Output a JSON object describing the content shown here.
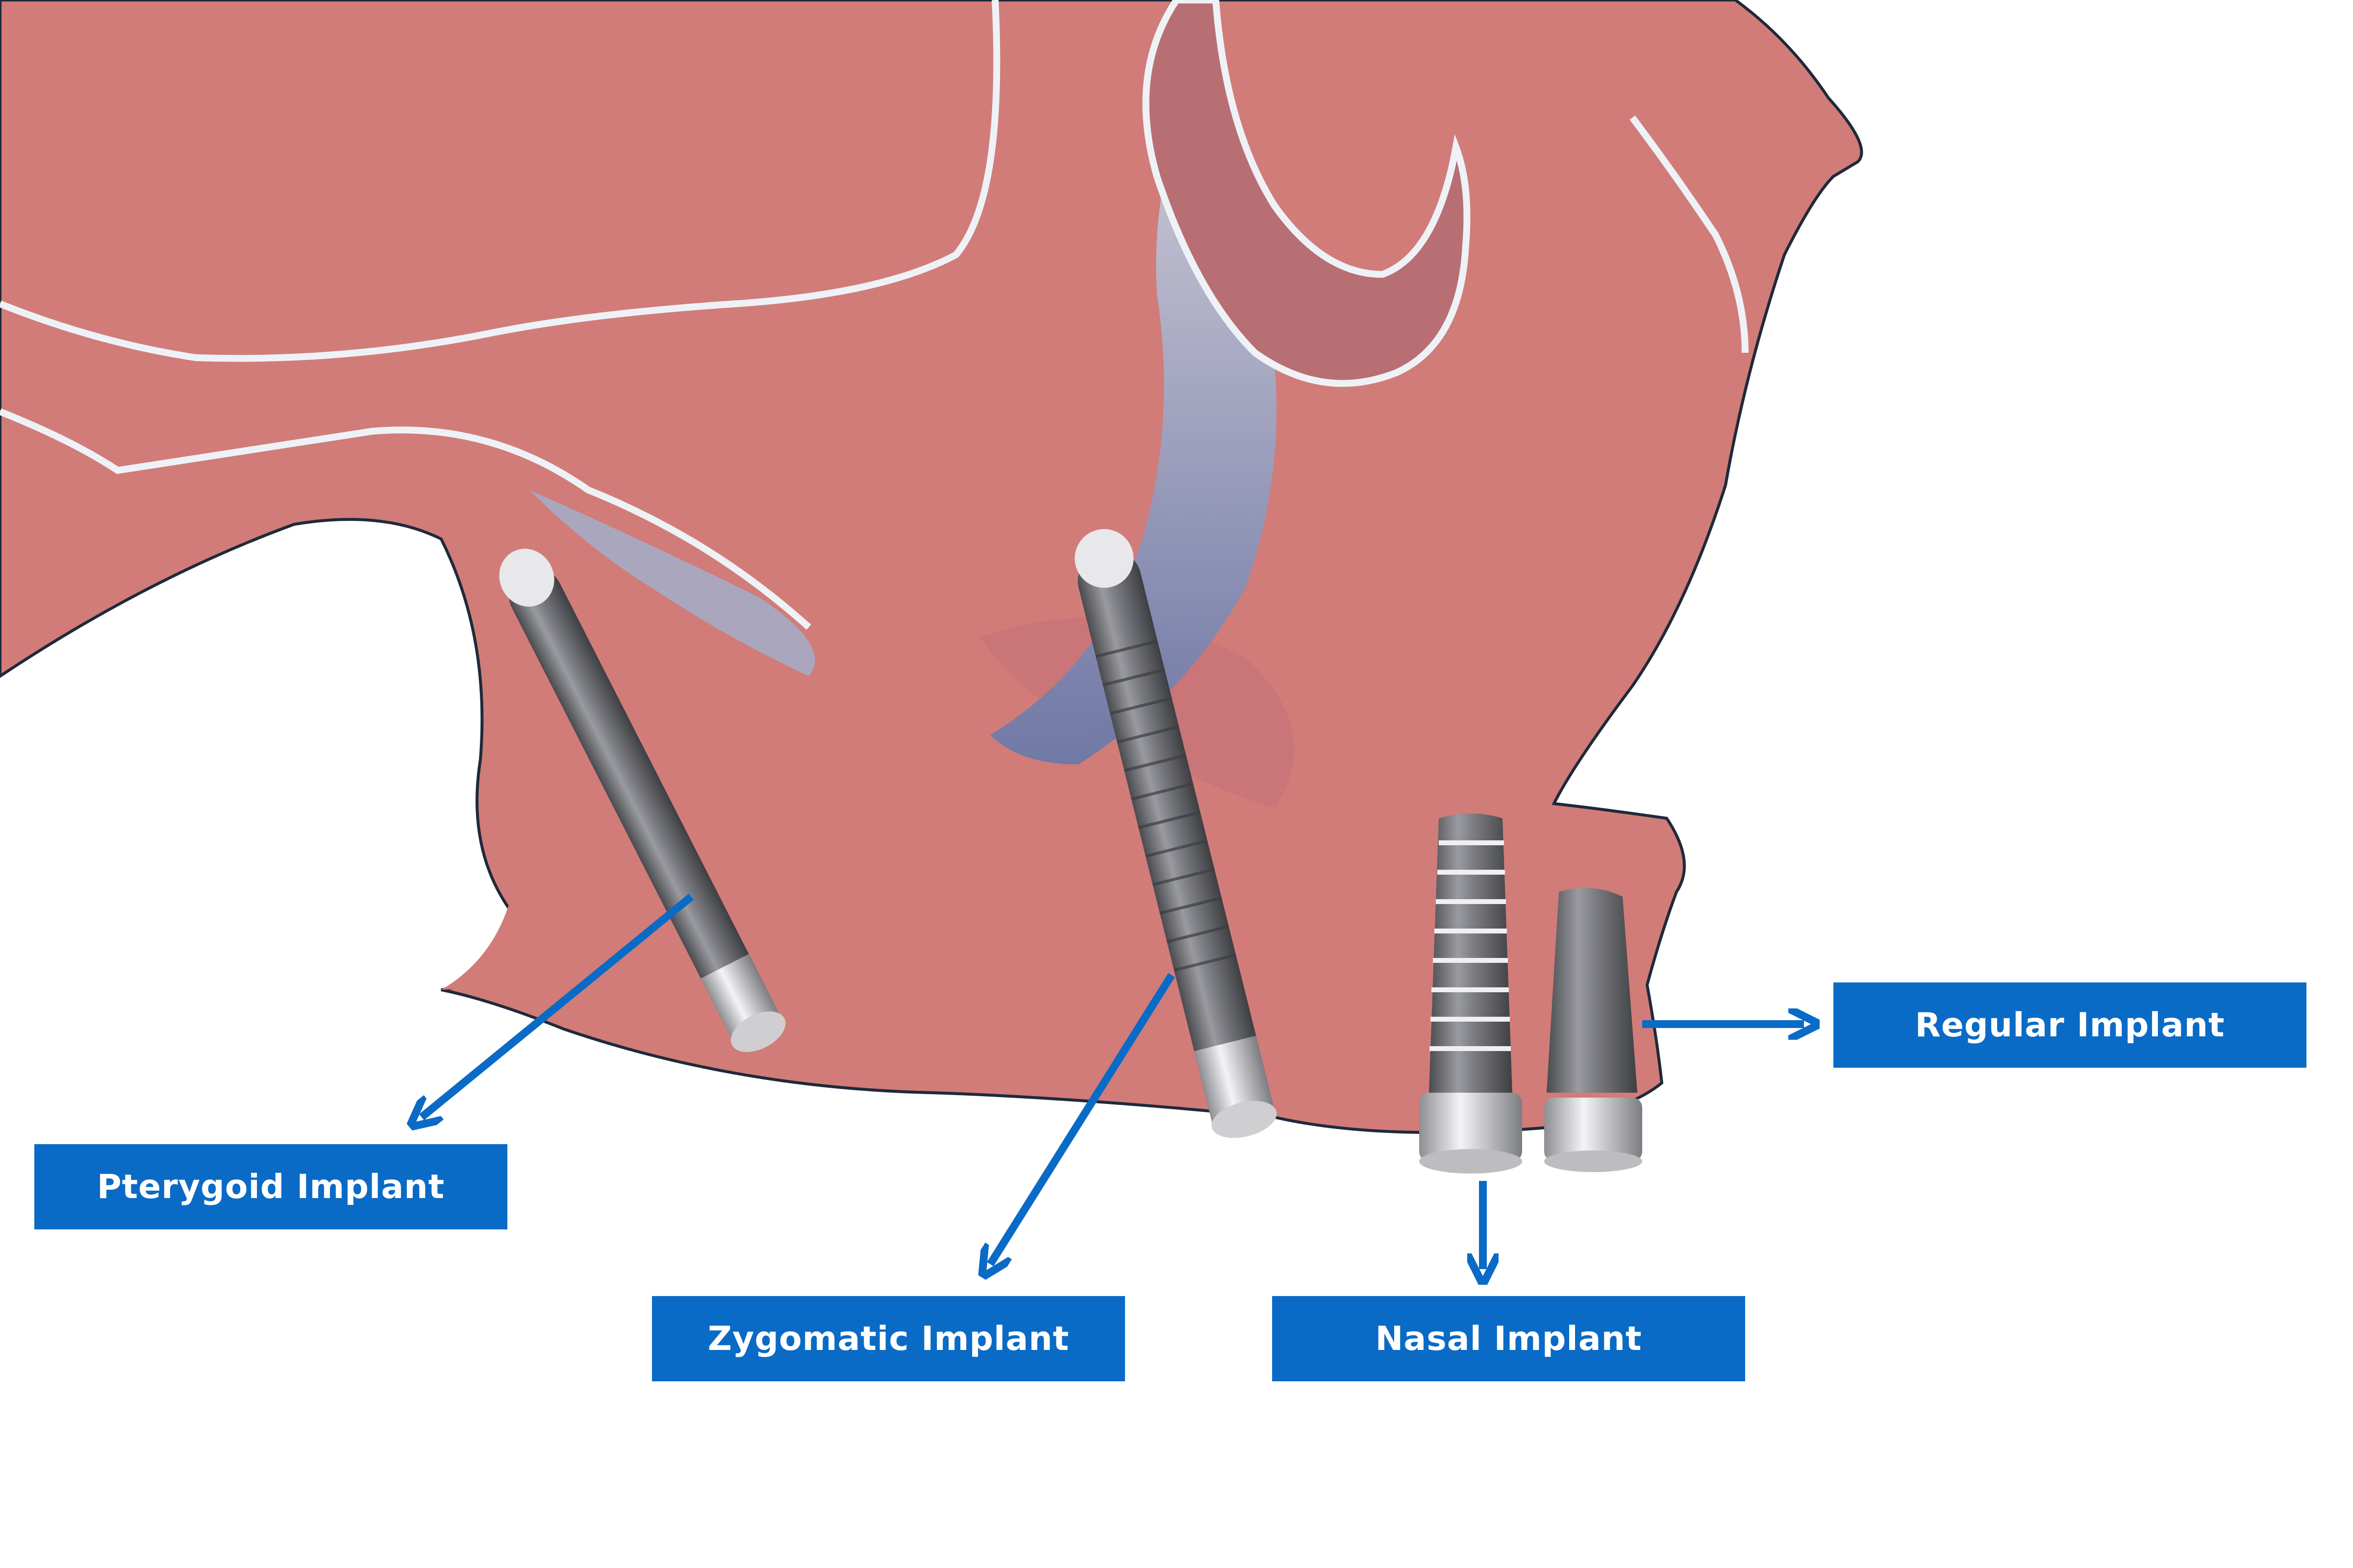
{
  "labels": {
    "pterygoid": "Pterygoid Implant",
    "zygomatic": "Zygomatic Implant",
    "nasal": "Nasal Implant",
    "regular": "Regular Implant"
  },
  "colors": {
    "bone": "#d17c78",
    "bone_dark": "#b86f74",
    "sinus_blue": "#7f93b8",
    "outline_white": "#eef2f7",
    "implant_gray": "#6f7074",
    "label_blue": "#0a6bc6"
  }
}
